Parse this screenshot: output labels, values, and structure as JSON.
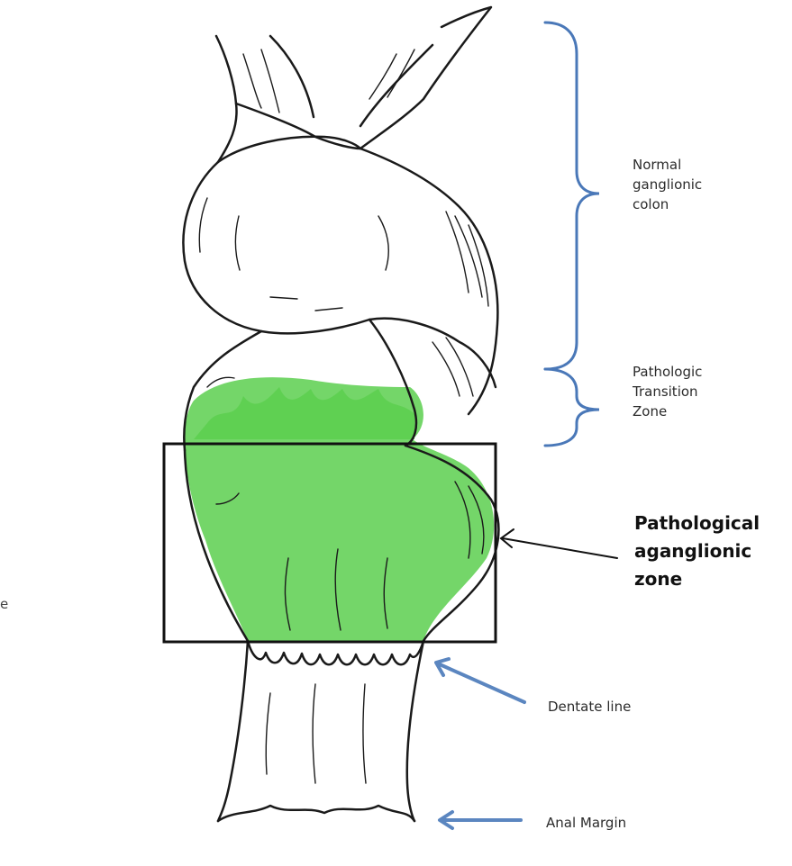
{
  "labels": {
    "normal": [
      "Normal",
      "ganglionic",
      "colon"
    ],
    "transition": [
      "Pathologic",
      "Transition",
      "Zone"
    ],
    "aganglionic": [
      "Pathological",
      "aganglionic",
      "zone"
    ],
    "dentate": "Dentate line",
    "anal": "Anal Margin",
    "edge_fragment": "e"
  },
  "colors": {
    "outline": "#1a1a1a",
    "green": "#5ccf4f",
    "green_dark": "#3a9d34",
    "bracket": "#4a78b8",
    "arrow_blue": "#5b86c0"
  }
}
